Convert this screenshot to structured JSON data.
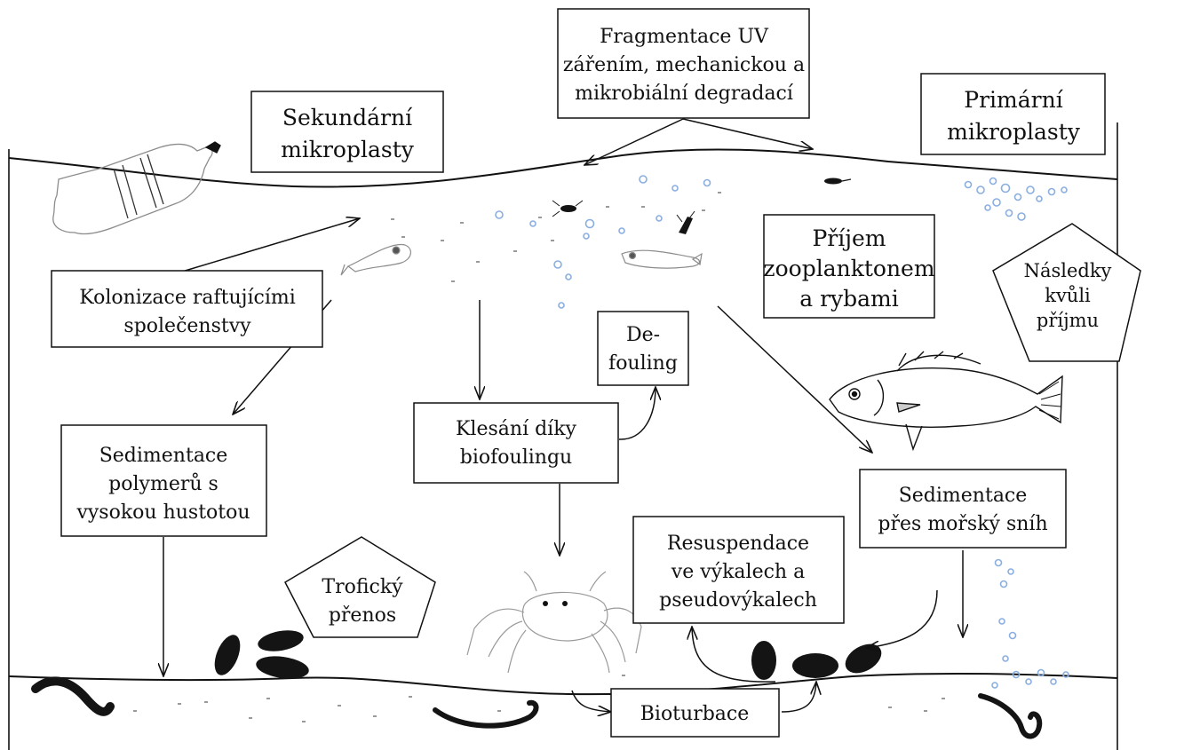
{
  "labels": {
    "fragmentace": [
      "Fragmentace UV",
      "zářením, mechanickou a",
      "mikrobiální  degradací"
    ],
    "sekundarni": [
      "Sekundární",
      "mikroplasty"
    ],
    "primarni": [
      "Primární",
      "mikroplasty"
    ],
    "kolonizace": [
      "Kolonizace raftujícími",
      "společenstvy"
    ],
    "prijem": [
      "Příjem",
      "zooplanktonem",
      "a rybami"
    ],
    "nasledky": [
      "Následky",
      "kvůli",
      "příjmu"
    ],
    "defouling": [
      "De-",
      "fouling"
    ],
    "klesani": [
      "Klesání díky",
      "biofoulingu"
    ],
    "sedimentace_polymeru": [
      "Sedimentace",
      "polymerů s",
      "vysokou hustotou"
    ],
    "sedimentace_snih": [
      "Sedimentace",
      "přes mořský sníh"
    ],
    "resuspendace": [
      "Resuspendace",
      "ve výkalech a",
      "pseudovýkalech"
    ],
    "troficky": [
      "Trofický",
      "přenos"
    ],
    "bioturbace": [
      "Bioturbace"
    ]
  },
  "colors": {
    "ink": "#111111",
    "particle": "#8aaee0",
    "sketch": "#9a9a9a",
    "organism": "#141414"
  },
  "icons": [
    "plastic-bottle-icon",
    "fish-larva-icon",
    "zooplankton-icon",
    "perch-fish-icon",
    "crab-icon",
    "mussel-icon",
    "worm-icon"
  ]
}
